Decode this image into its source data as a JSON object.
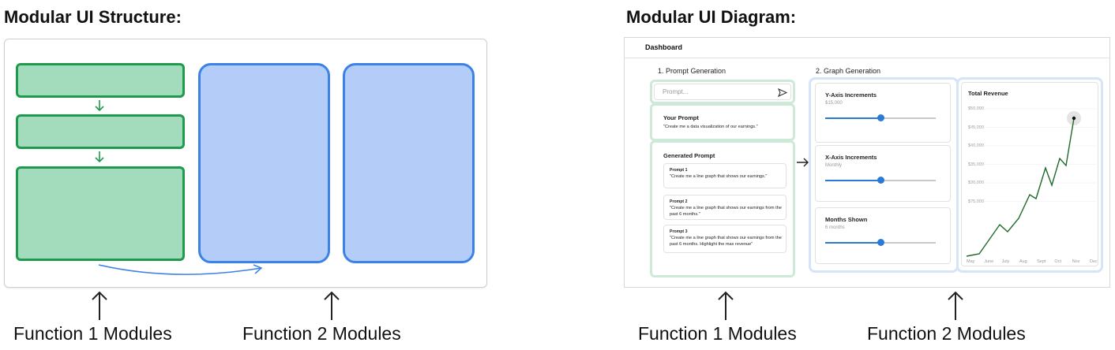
{
  "left": {
    "title": "Modular UI Structure:",
    "footer": {
      "function1": "Function 1 Modules",
      "function2": "Function 2 Modules"
    }
  },
  "right": {
    "title": "Modular UI Diagram:",
    "dashboard": {
      "title": "Dashboard",
      "section1": "1. Prompt Generation",
      "section2": "2. Graph Generation",
      "prompt_placeholder": "Prompt...",
      "your_prompt": {
        "title": "Your Prompt",
        "text": "\"Create me a data visualization of our earnings.\""
      },
      "generated": {
        "title": "Generated Prompt",
        "items": [
          {
            "label": "Prompt 1",
            "text": "\"Create me a line graph that shows our earnings.\""
          },
          {
            "label": "Prompt 2",
            "text": "\"Create me a line graph that shows our earnings from the past 6 months.\""
          },
          {
            "label": "Prompt 3",
            "text": "\"Create me a line graph that shows our earnings from the past 6 months. Highlight the max revenue\""
          }
        ]
      },
      "controls": [
        {
          "title": "Y-Axis Increments",
          "value": "$15,000",
          "level": 0.5
        },
        {
          "title": "X-Axis Increments",
          "value": "Monthly",
          "level": 0.5
        },
        {
          "title": "Months Shown",
          "value": "6 months",
          "level": 0.5
        }
      ],
      "chart": {
        "title": "Total Revenue",
        "y_ticks": [
          "$50,000",
          "$45,000",
          "$40,000",
          "$35,000",
          "$30,000",
          "$75,000"
        ],
        "x_ticks": [
          "May",
          "June",
          "July",
          "Aug",
          "Sept",
          "Oct",
          "Nov",
          "Dec"
        ]
      }
    },
    "footer": {
      "function1": "Function 1 Modules",
      "function2": "Function 2 Modules"
    }
  },
  "colors": {
    "green_fill": "#a3dbbd",
    "green_border": "#1e9a4c",
    "blue_fill": "#b3cdf8",
    "blue_border": "#3c82e6",
    "line": "#1f6a2c",
    "slider": "#2b7bd6"
  },
  "icons": [
    "down-arrow-icon",
    "curved-arrow-icon",
    "up-arrow-icon",
    "send-icon",
    "right-arrow-icon"
  ]
}
